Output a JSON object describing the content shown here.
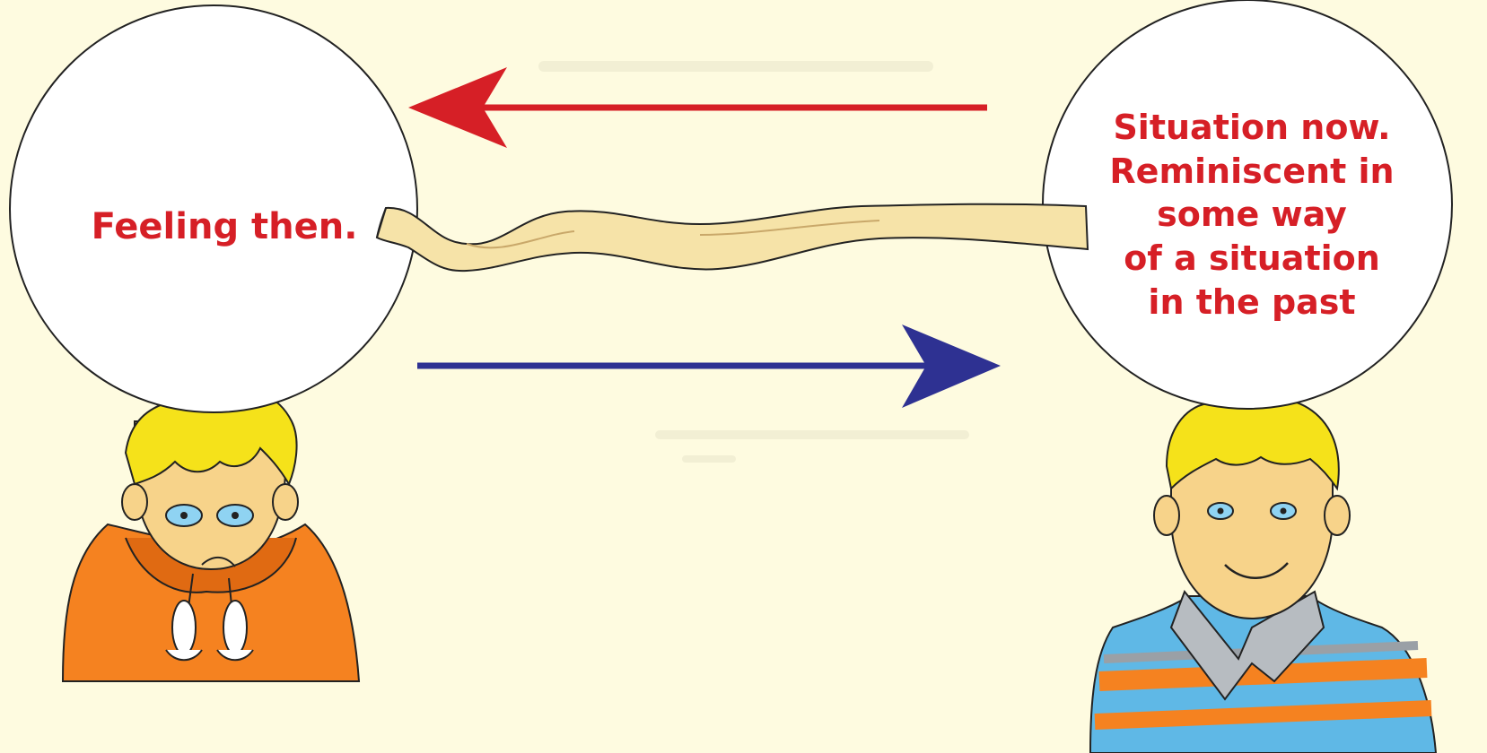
{
  "colors": {
    "background": "#fefbe0",
    "text": "#d61f26",
    "arrow_back": "#d61f26",
    "arrow_forward": "#2e3192",
    "bridge": "#f6e3a8",
    "hair": "#f5e21a",
    "hoodie": "#f58220"
  },
  "icons": {
    "sad_child": "sad-child-icon",
    "smiling_child": "smiling-child-icon",
    "bridge": "rope-bridge-icon"
  },
  "left_bubble": {
    "lines": [
      "Feeling then."
    ]
  },
  "right_bubble": {
    "lines": [
      "Situation  now.",
      "Reminiscent in",
      "some way",
      "of a situation",
      "in the past"
    ]
  }
}
